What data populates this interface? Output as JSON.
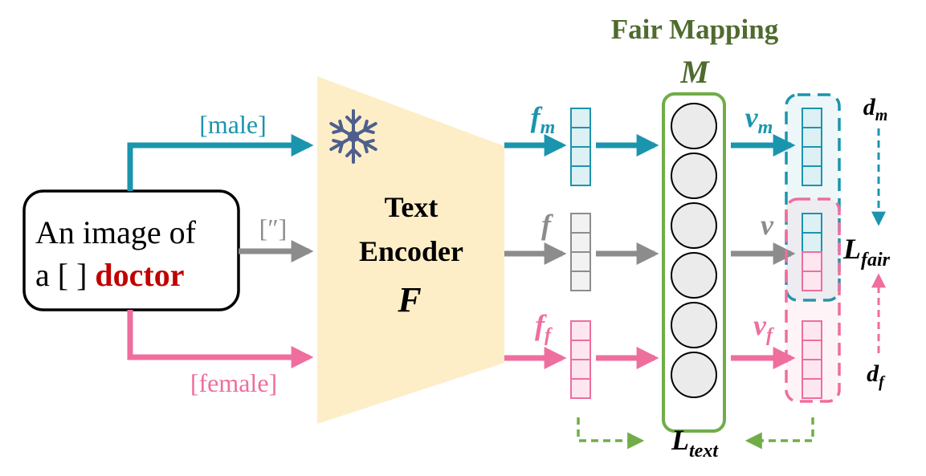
{
  "title": "Fair Mapping",
  "mapping_symbol": "M",
  "prompt": {
    "line1": "An image of",
    "line2_prefix": "a [ ] ",
    "line2_word": "doctor"
  },
  "branches": {
    "male_label": "[male]",
    "neutral_label": "[″]",
    "female_label": "[female]"
  },
  "encoder": {
    "line1": "Text",
    "line2": "Encoder",
    "symbol": "F",
    "frozen_icon": "snowflake-icon"
  },
  "features": {
    "male": {
      "base": "f",
      "sub": "m"
    },
    "neutral": {
      "base": "f",
      "sub": ""
    },
    "female": {
      "base": "f",
      "sub": "f"
    }
  },
  "outputs": {
    "male": {
      "base": "v",
      "sub": "m"
    },
    "neutral": {
      "base": "v",
      "sub": ""
    },
    "female": {
      "base": "v",
      "sub": "f"
    }
  },
  "distances": {
    "male": {
      "base": "d",
      "sub": "m"
    },
    "female": {
      "base": "d",
      "sub": "f"
    }
  },
  "losses": {
    "fair": {
      "base": "L",
      "sub": "fair"
    },
    "text": {
      "base": "L",
      "sub": "text"
    }
  },
  "colors": {
    "male": "#1b95ad",
    "neutral": "#8c8c8c",
    "female": "#ee6e9e",
    "mapping": "#70ad47",
    "title": "#4f6b2f",
    "doctor": "#c00000",
    "encoder_fill": "#fdeec8",
    "snowflake": "#4e5f8c"
  }
}
